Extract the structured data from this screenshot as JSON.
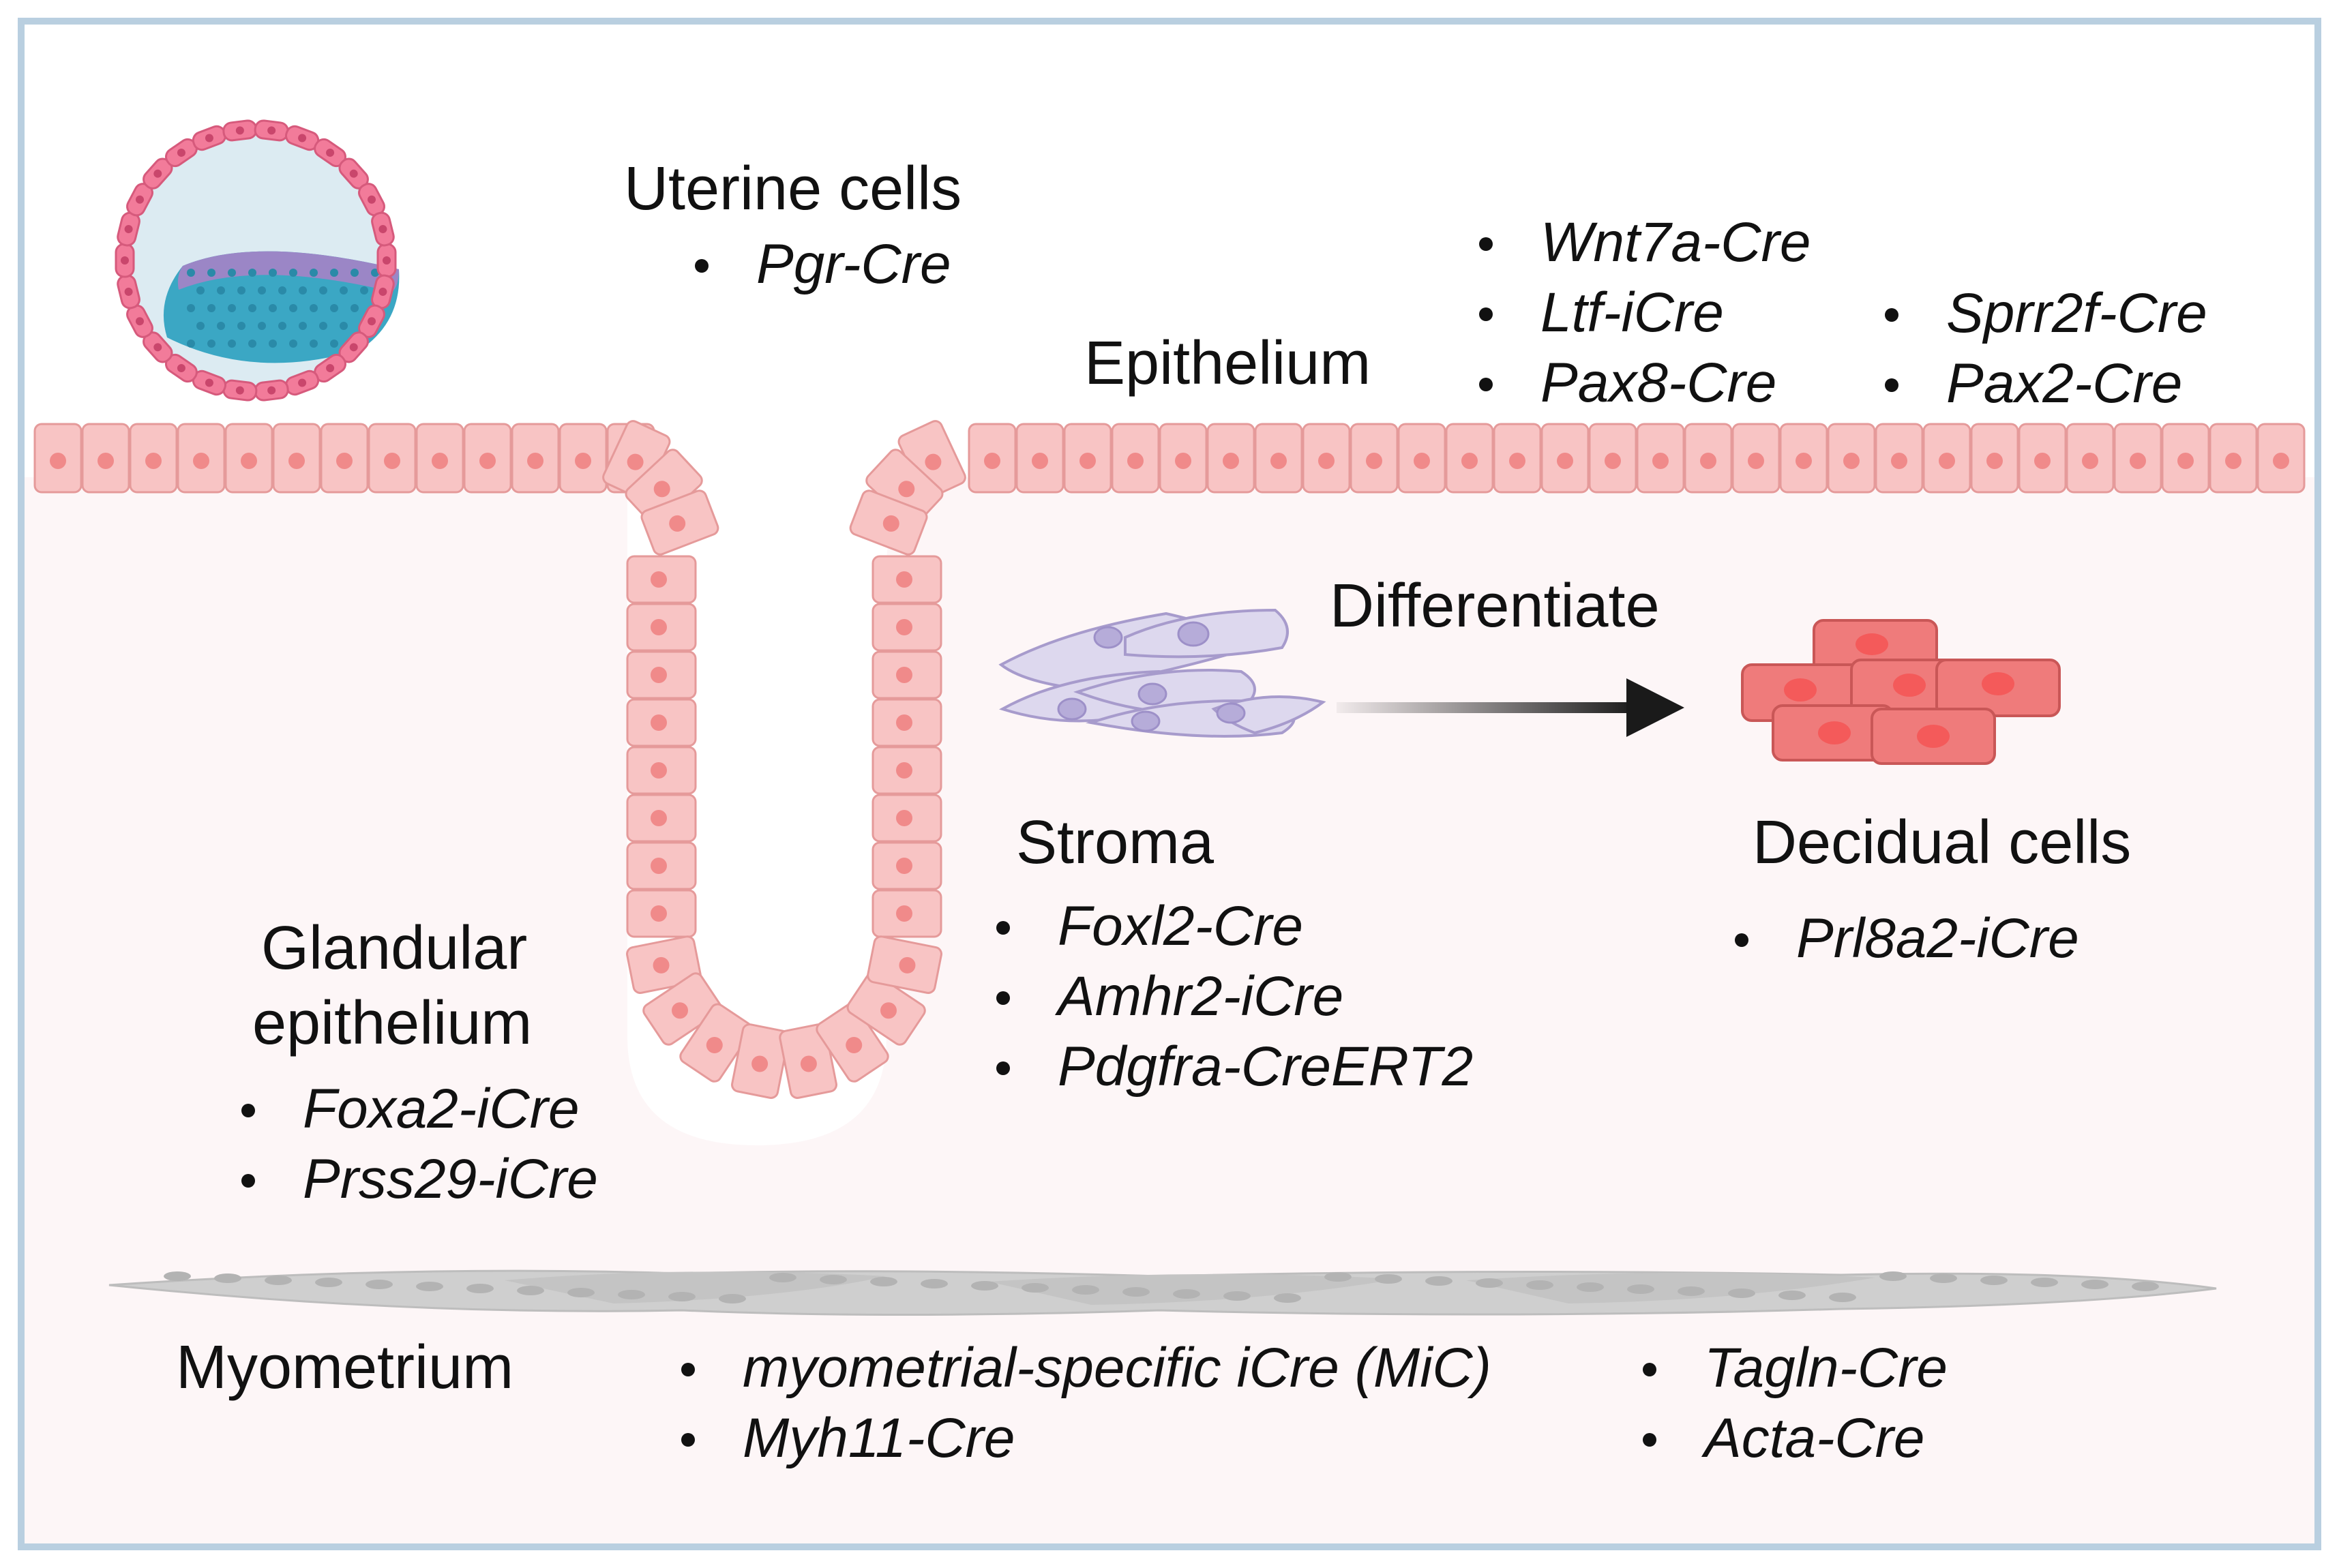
{
  "labels": {
    "uterine": "Uterine cells",
    "epithelium": "Epithelium",
    "glandular_line1": "Glandular",
    "glandular_line2": "epithelium",
    "stroma": "Stroma",
    "differentiate": "Differentiate",
    "decidual": "Decidual cells",
    "myometrium": "Myometrium"
  },
  "markers": {
    "uterine": [
      "Pgr-Cre"
    ],
    "epithelium_col1": [
      "Wnt7a-Cre",
      "Ltf-iCre",
      "Pax8-Cre"
    ],
    "epithelium_col2": [
      "Sprr2f-Cre",
      "Pax2-Cre"
    ],
    "glandular": [
      "Foxa2-iCre",
      "Prss29-iCre"
    ],
    "stroma": [
      "Foxl2-Cre",
      "Amhr2-iCre",
      "Pdgfra-CreERT2"
    ],
    "decidual": [
      "Prl8a2-iCre"
    ],
    "myometrium_col1": [
      "myometrial-specific iCre (MiC)",
      "Myh11-Cre"
    ],
    "myometrium_col2": [
      "Tagln-Cre",
      "Acta-Cre"
    ]
  },
  "colors": {
    "frame": "#b9cfe0",
    "tissue_bg": "#fdf6f7",
    "epithelial_cell": "#f8c4c4",
    "epithelial_border": "#e59a9a",
    "epithelial_nucleus": "#f08a8a",
    "stromal_cell": "#ddd8ee",
    "decidual_cell": "#ef7b7b",
    "myometrium": "#cfcfcf",
    "embryo_cavity": "#dcebf2",
    "inner_cell_mass": "#3ba7c4",
    "trophectoderm": "#f27b9a",
    "arrow": "#1a1a1a"
  }
}
